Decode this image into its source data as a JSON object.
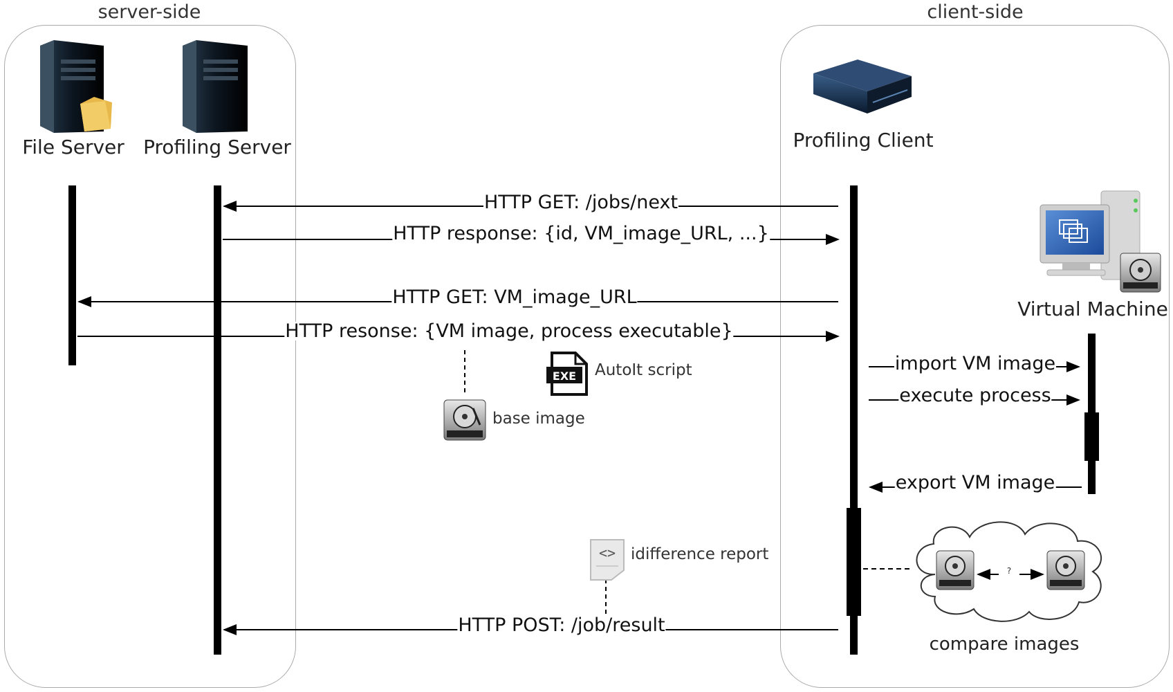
{
  "groups": {
    "server": "server-side",
    "client": "client-side"
  },
  "actors": {
    "file_server": "File Server",
    "profiling_server": "Profiling Server",
    "profiling_client": "Profiling Client",
    "virtual_machine": "Virtual Machine"
  },
  "messages": {
    "get_next_job": "HTTP GET: /jobs/next",
    "job_response": "HTTP response: {id, VM_image_URL, ...}",
    "get_vm_image": "HTTP GET: VM_image_URL",
    "image_response": "HTTP resonse: {VM image, process executable}",
    "import_vm_image": "import VM image",
    "execute_process": "execute process",
    "export_vm_image": "export VM image",
    "post_result": "HTTP POST: /job/result"
  },
  "artifacts": {
    "autoit_script": "AutoIt script",
    "base_image": "base image",
    "difference_report": "idifference report",
    "compare_images": "compare images",
    "compare_symbol": "?"
  },
  "icons": {
    "file_server": "server-tower-with-folder-icon",
    "profiling_server": "server-tower-icon",
    "profiling_client": "desktop-box-icon",
    "virtual_machine": "vm-monitor-tower-icon",
    "exe_file": "exe-file-icon",
    "disk_image": "hard-disk-icon",
    "code_report": "code-document-icon",
    "cloud": "cloud-icon"
  }
}
